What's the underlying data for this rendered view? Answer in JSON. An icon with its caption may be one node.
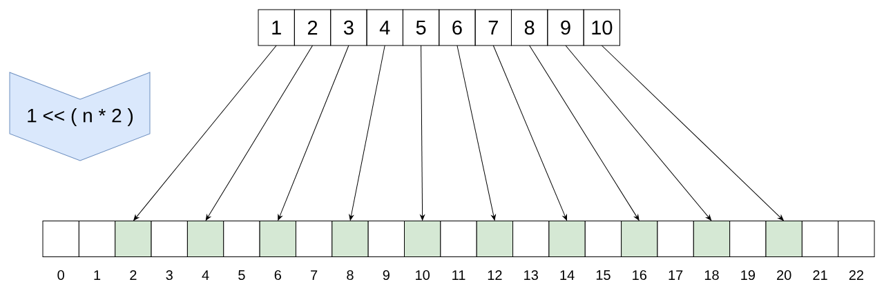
{
  "diagram": {
    "nodes": [
      {
        "text": [
          "1"
        ]
      },
      {
        "text": [
          "2"
        ]
      },
      {
        "text": [
          "3"
        ]
      },
      {
        "text": [
          "4"
        ]
      },
      {
        "text": [
          "5"
        ]
      },
      {
        "text": [
          "6"
        ]
      },
      {
        "text": [
          "7"
        ]
      },
      {
        "text": [
          "8"
        ]
      },
      {
        "text": [
          "9"
        ]
      },
      {
        "text": [
          "10"
        ]
      },
      {
        "text": [
          "1 << ( n * 2 )"
        ]
      },
      {
        "text": [],
        "shape": "box",
        "beside": [
          "0"
        ]
      },
      {
        "text": [],
        "shape": "box",
        "beside": [
          "1"
        ]
      },
      {
        "text": [],
        "shape": "box",
        "beside": [
          "2"
        ]
      },
      {
        "text": [],
        "shape": "box",
        "beside": [
          "3"
        ]
      },
      {
        "text": [],
        "shape": "box",
        "beside": [
          "4"
        ]
      },
      {
        "text": [],
        "shape": "box",
        "beside": [
          "5"
        ]
      },
      {
        "text": [],
        "shape": "box",
        "beside": [
          "6"
        ]
      },
      {
        "text": [],
        "shape": "box",
        "beside": [
          "7"
        ]
      },
      {
        "text": [],
        "shape": "box",
        "beside": [
          "8"
        ]
      },
      {
        "text": [],
        "shape": "box",
        "beside": [
          "9"
        ]
      },
      {
        "text": [],
        "shape": "box",
        "beside": [
          "10"
        ]
      },
      {
        "text": [],
        "shape": "box",
        "beside": [
          "11"
        ]
      },
      {
        "text": [],
        "shape": "box",
        "beside": [
          "12"
        ]
      },
      {
        "text": [],
        "shape": "box",
        "beside": [
          "13"
        ]
      },
      {
        "text": [],
        "shape": "box",
        "beside": [
          "14"
        ]
      },
      {
        "text": [],
        "shape": "box",
        "beside": [
          "15"
        ]
      },
      {
        "text": [],
        "shape": "box",
        "beside": [
          "16"
        ]
      },
      {
        "text": [],
        "shape": "box",
        "beside": [
          "17"
        ]
      },
      {
        "text": [],
        "shape": "box",
        "beside": [
          "18"
        ]
      },
      {
        "text": [],
        "shape": "box",
        "beside": [
          "19"
        ]
      },
      {
        "text": [],
        "shape": "box",
        "beside": [
          "20"
        ]
      },
      {
        "text": [],
        "shape": "box",
        "beside": [
          "21"
        ]
      },
      {
        "text": [],
        "shape": "box",
        "beside": [
          "22"
        ]
      }
    ],
    "edges": [
      {
        "from": 0,
        "to": 13,
        "arrow": "to"
      },
      {
        "from": 1,
        "to": 15,
        "arrow": "to"
      },
      {
        "from": 2,
        "to": 17,
        "arrow": "to"
      },
      {
        "from": 3,
        "to": 19,
        "arrow": "to"
      },
      {
        "from": 4,
        "to": 21,
        "arrow": "to"
      },
      {
        "from": 5,
        "to": 23,
        "arrow": "to"
      },
      {
        "from": 6,
        "to": 25,
        "arrow": "to"
      },
      {
        "from": 7,
        "to": 27,
        "arrow": "to"
      },
      {
        "from": 8,
        "to": 29,
        "arrow": "to"
      },
      {
        "from": 9,
        "to": 31,
        "arrow": "to"
      }
    ]
  }
}
